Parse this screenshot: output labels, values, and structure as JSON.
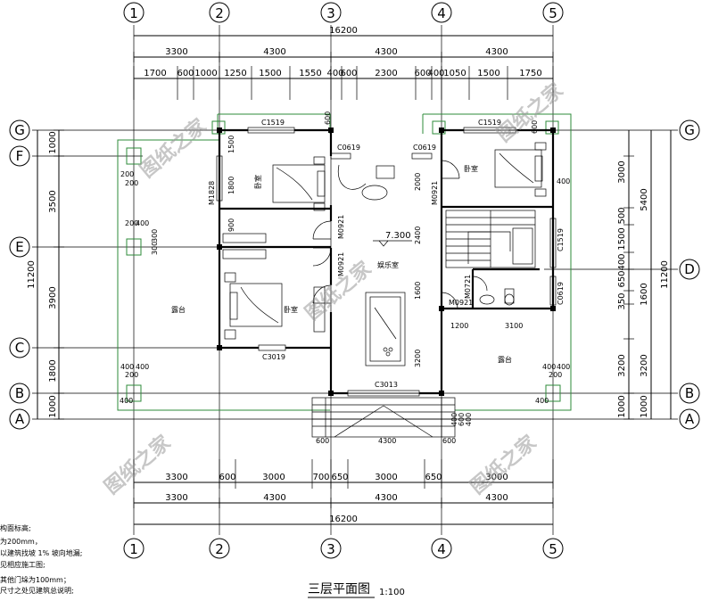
{
  "axes_h": [
    "1",
    "2",
    "3",
    "4",
    "5"
  ],
  "axes_v_left": [
    "G",
    "F",
    "E",
    "C",
    "B",
    "A"
  ],
  "axes_v_right": [
    "G",
    "D",
    "B",
    "A"
  ],
  "top_total": "16200",
  "top_bays": [
    "3300",
    "4300",
    "4300",
    "4300"
  ],
  "top_detail": [
    "1700",
    "600",
    "1000",
    "1250",
    "1500",
    "1550",
    "400",
    "600",
    "2300",
    "600",
    "400",
    "1050",
    "1500",
    "1750"
  ],
  "bottom_detail": [
    "3300",
    "600",
    "3000",
    "700",
    "650",
    "3000",
    "650",
    "3000"
  ],
  "bottom_bays": [
    "3300",
    "4300",
    "4300",
    "4300"
  ],
  "bottom_total": "16200",
  "left_dims": [
    "1000",
    "3500",
    "3900",
    "1800",
    "1000"
  ],
  "left_total": "11200",
  "right_inner": [
    "3000",
    "500",
    "1500",
    "400",
    "650",
    "350",
    "3200",
    "1000"
  ],
  "right_mid": [
    "5400",
    "1600",
    "3200",
    "1000"
  ],
  "right_total": "11200",
  "windows": [
    "C1519",
    "C1519",
    "C0619",
    "C0619",
    "M1828",
    "C3019",
    "C3013",
    "C1519",
    "C0619"
  ],
  "doors": [
    "M0921",
    "M0921",
    "M0921",
    "M0721",
    "M0921"
  ],
  "rooms": {
    "bed1": "卧室",
    "bed2": "卧室",
    "bed3": "卧室",
    "recreation": "娱乐室",
    "terrace_w": "露台",
    "terrace_e": "露台"
  },
  "level": "7.300",
  "inner_dims": [
    "1500",
    "1800",
    "900",
    "300",
    "300",
    "600",
    "2000",
    "2400",
    "1600",
    "3200",
    "1200",
    "3100",
    "600",
    "4300",
    "600",
    "400",
    "600",
    "400",
    "200",
    "200",
    "400",
    "400",
    "200",
    "200",
    "400",
    "400",
    "400",
    "200",
    "600",
    "400",
    "400",
    "400"
  ],
  "title": "三层平面图",
  "scale": "1:100",
  "notes": [
    "构面标高;",
    "为200mm，",
    "以建筑找坡 1%  坡向地漏;",
    "见相应施工图;",
    "其他门垛为100mm；",
    "尺寸之处见建筑总说明;"
  ],
  "watermark": "图纸之家"
}
